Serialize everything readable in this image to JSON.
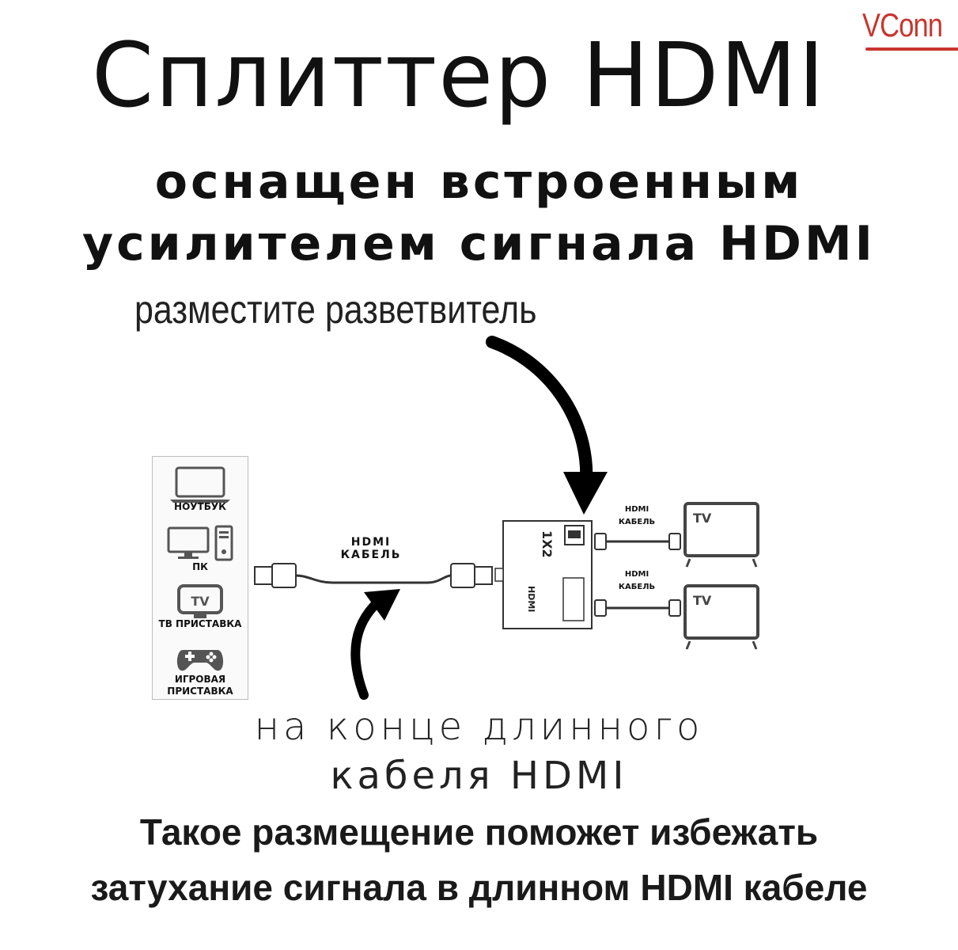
{
  "brand": {
    "logo": "VConn",
    "color": "#c8352e"
  },
  "heading": {
    "title": "Сплиттер HDMI",
    "subtitle_line1": "оснащен встроенным",
    "subtitle_line2": "усилителем сигнала HDMI"
  },
  "diagram": {
    "place_caption": "разместите разветвитель",
    "end_caption_line1": "на конце длинного",
    "end_caption_line2": "кабеля HDMI",
    "sources": [
      {
        "label": "НОУТБУК",
        "icon": "laptop-icon"
      },
      {
        "label": "ПК",
        "icon": "pc-icon"
      },
      {
        "label": "ТВ ПРИСТАВКА",
        "icon": "tv-box-icon",
        "icon_text": "TV"
      },
      {
        "label": "ИГРОВАЯ ПРИСТАВКА",
        "icon": "gamepad-icon"
      }
    ],
    "main_cable_label_1": "HDMI",
    "main_cable_label_2": "КАБЕЛЬ",
    "out_cable_label_1": "HDMI",
    "out_cable_label_2": "КАБЕЛЬ",
    "splitter_model": "1X2",
    "splitter_name": "HDMI",
    "tv_label": "TV"
  },
  "footer": {
    "line1": "Такое размещение поможет избежать",
    "line2": "затухание сигнала в длинном HDMI кабеле"
  }
}
